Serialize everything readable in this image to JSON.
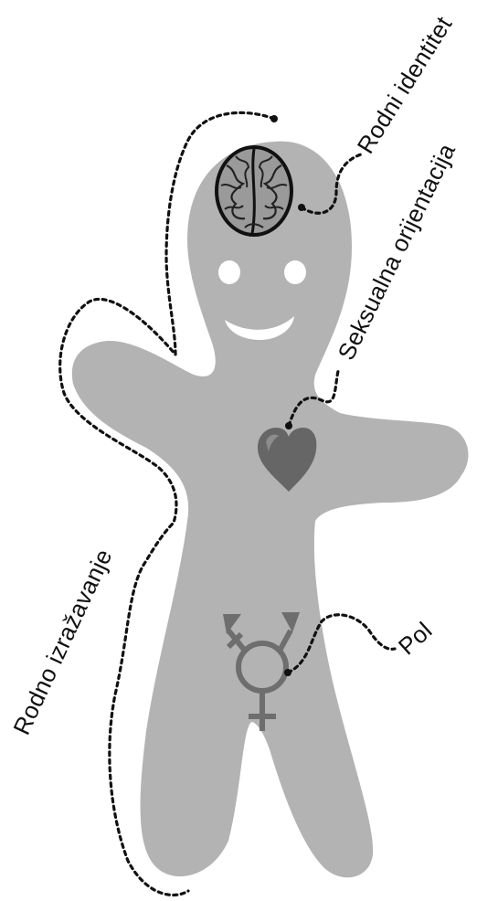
{
  "labels": {
    "gender_identity": "Rodni identitet",
    "sexual_orientation": "Seksualna orijentacija",
    "sex": "Pol",
    "gender_expression": "Rodno izražavanje"
  },
  "icons": {
    "head": "brain-icon",
    "chest": "heart-icon",
    "groin": "transgender-symbol-icon"
  },
  "colors": {
    "body": "#b3b3b3",
    "eyes_mouth": "#ffffff",
    "heart": "#666666",
    "symbol": "#6e6e6e",
    "lines": "#111111"
  }
}
